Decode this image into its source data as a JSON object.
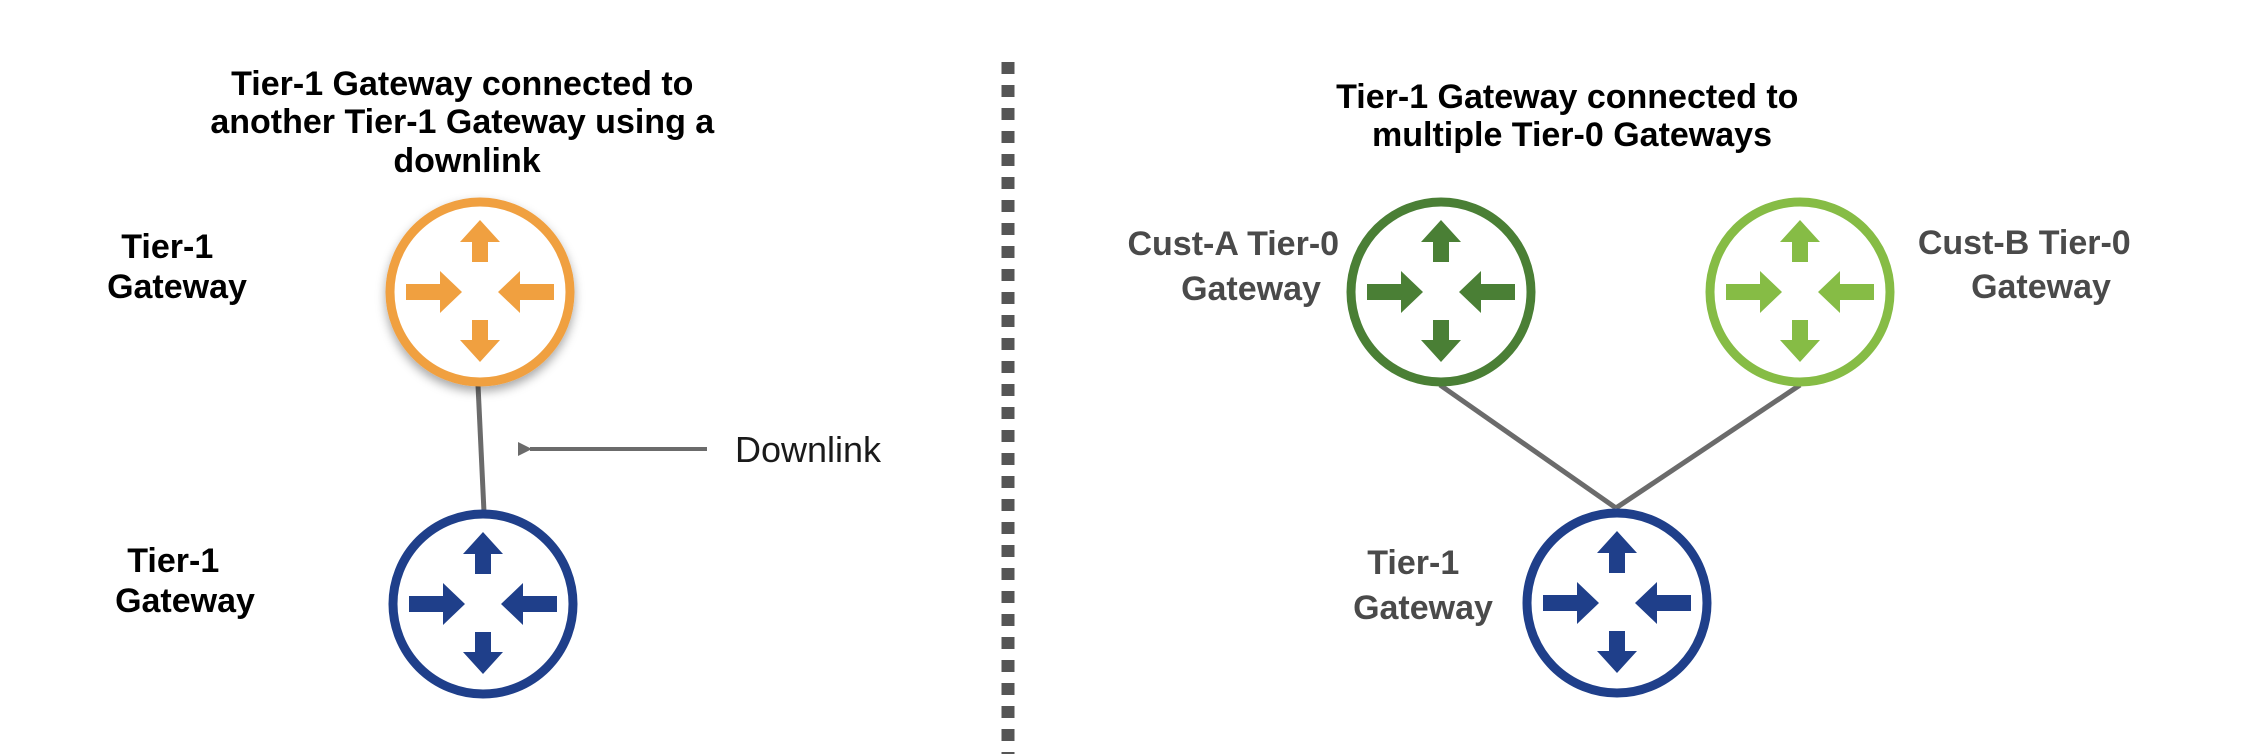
{
  "left_panel": {
    "title_lines": [
      "Tier-1 Gateway connected to",
      "another Tier-1 Gateway using a",
      "downlink"
    ],
    "top_router_label": [
      "Tier-1",
      "Gateway"
    ],
    "bottom_router_label": [
      "Tier-1",
      "Gateway"
    ],
    "link_annotation": "Downlink"
  },
  "right_panel": {
    "title_lines": [
      "Tier-1 Gateway connected to",
      "multiple Tier-0 Gateways"
    ],
    "left_router_label": [
      "Cust-A Tier-0",
      "Gateway"
    ],
    "right_router_label": [
      "Cust-B Tier-0",
      "Gateway"
    ],
    "bottom_router_label": [
      "Tier-1",
      "Gateway"
    ]
  },
  "colors": {
    "orange_router": "#f0a040",
    "navy_router": "#1f3f8a",
    "dark_green_router": "#4a7f35",
    "light_green_router": "#86bc45",
    "link_line": "#6b6b6b",
    "divider": "#555555"
  },
  "icons": {
    "router": "router-arrows-icon"
  }
}
